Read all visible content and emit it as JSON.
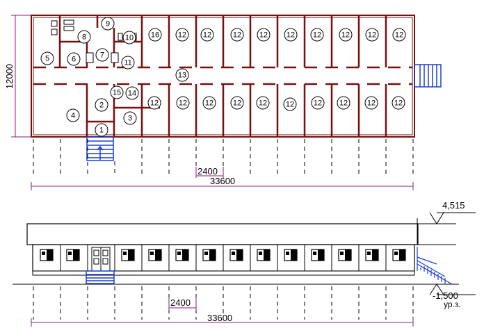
{
  "colors": {
    "wall": "#7a0f0f",
    "dimension": "#8b1a8b",
    "stair": "#1a3fd6",
    "line": "#000000"
  },
  "plan": {
    "overall_length": "33600",
    "overall_width": "12000",
    "module_width": "2400",
    "rooms": [
      {
        "n": "1"
      },
      {
        "n": "2"
      },
      {
        "n": "3"
      },
      {
        "n": "4"
      },
      {
        "n": "5"
      },
      {
        "n": "6"
      },
      {
        "n": "7"
      },
      {
        "n": "8"
      },
      {
        "n": "9"
      },
      {
        "n": "10"
      },
      {
        "n": "11"
      },
      {
        "n": "13"
      },
      {
        "n": "14"
      },
      {
        "n": "15"
      },
      {
        "n": "16"
      },
      {
        "n": "12"
      },
      {
        "n": "12"
      },
      {
        "n": "12"
      },
      {
        "n": "12"
      },
      {
        "n": "12"
      },
      {
        "n": "12"
      },
      {
        "n": "12"
      },
      {
        "n": "12"
      },
      {
        "n": "12"
      },
      {
        "n": "12"
      },
      {
        "n": "12"
      },
      {
        "n": "12"
      },
      {
        "n": "12"
      },
      {
        "n": "12"
      },
      {
        "n": "12"
      },
      {
        "n": "12"
      },
      {
        "n": "12"
      },
      {
        "n": "12"
      },
      {
        "n": "12"
      }
    ]
  },
  "elevation": {
    "top_level": "4,515",
    "bottom_level": "-1,500",
    "ground_label": "ур.з.",
    "overall_length": "33600",
    "module_width": "2400"
  }
}
